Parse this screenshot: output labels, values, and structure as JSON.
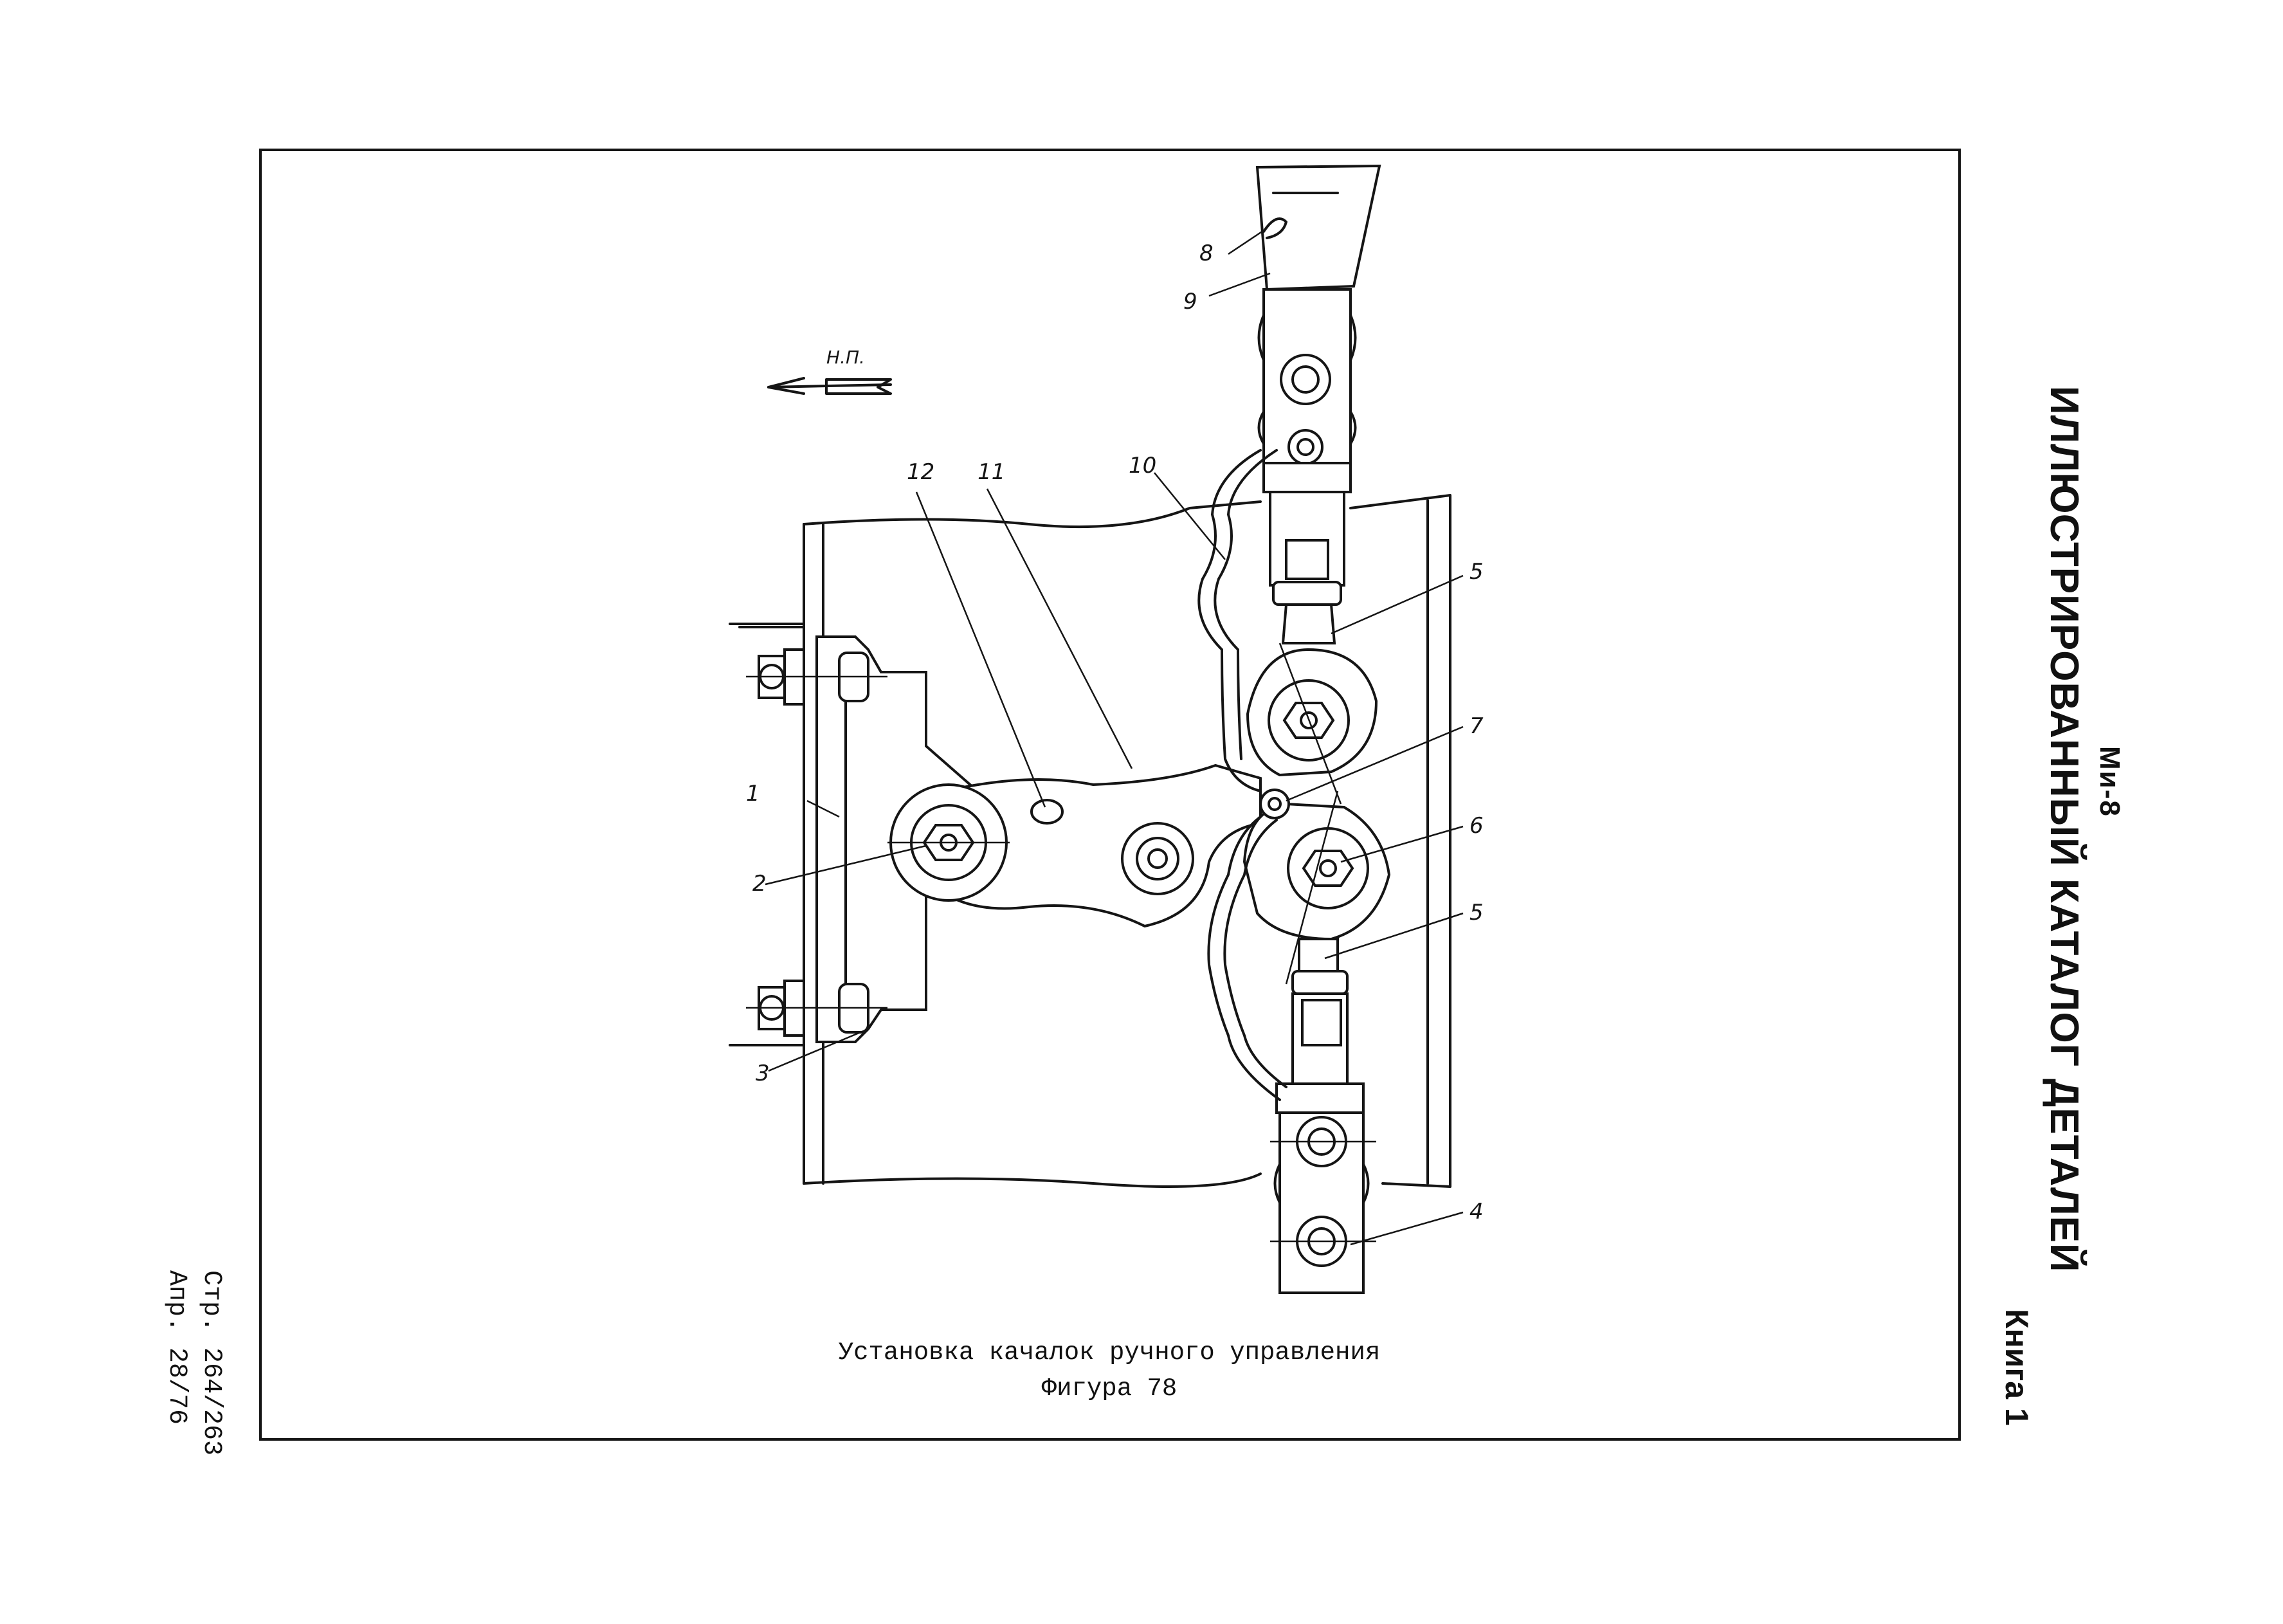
{
  "header": {
    "model": "Ми-8",
    "title": "ИЛЛЮСТРИРОВАННЫЙ КАТАЛОГ ДЕТАЛЕЙ",
    "book": "Книга 1"
  },
  "page_ref": {
    "page": "Стр. 264/263",
    "date": "Апр. 28/76"
  },
  "figure": {
    "direction_label": "Н.П.",
    "callouts": [
      "1",
      "2",
      "3",
      "4",
      "5",
      "5",
      "6",
      "7",
      "8",
      "9",
      "10",
      "11",
      "12"
    ],
    "caption_title": "Установка качалок ручного управления",
    "caption_number": "Фигура 78"
  }
}
